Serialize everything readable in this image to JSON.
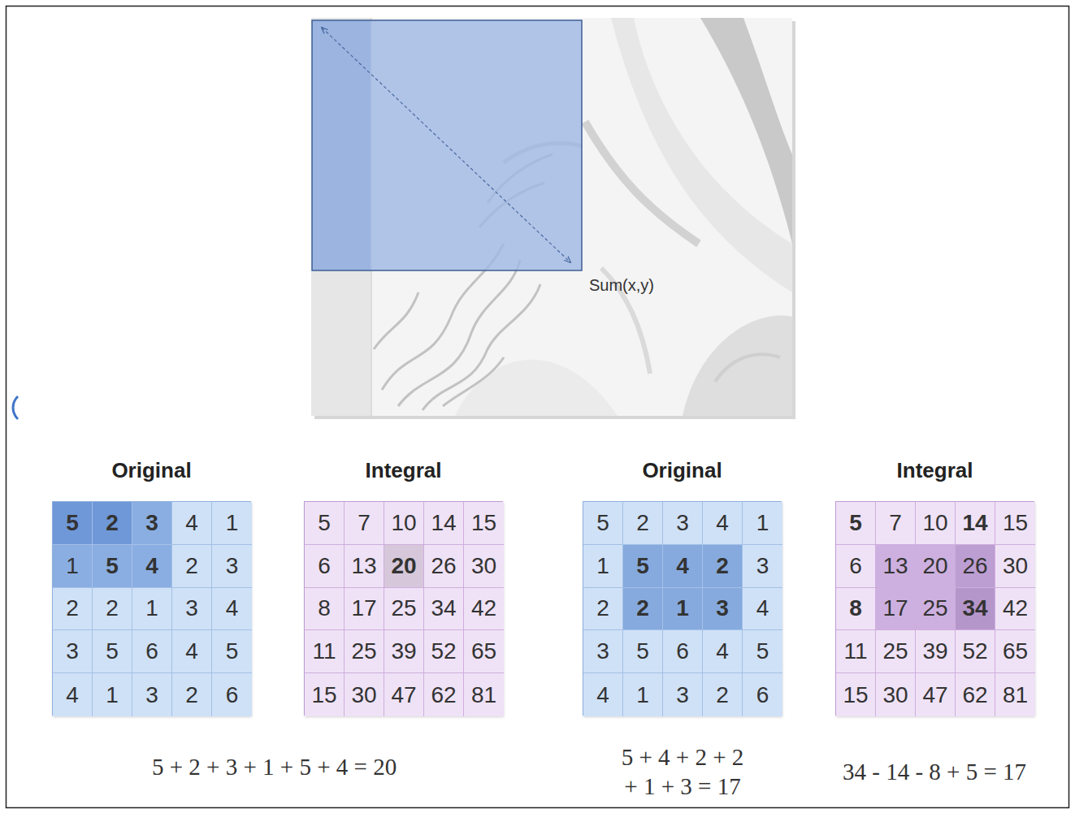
{
  "diagram": {
    "nodes": [
      {
        "text": [
          "Original"
        ]
      },
      {
        "text": [
          "Integral"
        ]
      },
      {
        "text": [
          "Original"
        ]
      },
      {
        "text": [
          "Integral"
        ]
      }
    ],
    "labels": [
      "Sum(x,y)",
      "5",
      "2",
      "3",
      "4",
      "1",
      "1",
      "5",
      "4",
      "2",
      "3",
      "2",
      "2",
      "1",
      "3",
      "4",
      "3",
      "5",
      "6",
      "4",
      "5",
      "4",
      "1",
      "3",
      "2",
      "6",
      "5",
      "7",
      "10",
      "14",
      "15",
      "6",
      "13",
      "20",
      "26",
      "30",
      "8",
      "17",
      "25",
      "34",
      "42",
      "11",
      "25",
      "39",
      "52",
      "65",
      "15",
      "30",
      "47",
      "62",
      "81",
      "5",
      "2",
      "3",
      "4",
      "1",
      "1",
      "5",
      "4",
      "2",
      "3",
      "2",
      "2",
      "1",
      "3",
      "4",
      "3",
      "5",
      "6",
      "4",
      "5",
      "4",
      "1",
      "3",
      "2",
      "6",
      "5",
      "7",
      "10",
      "14",
      "15",
      "6",
      "13",
      "20",
      "26",
      "30",
      "8",
      "17",
      "25",
      "34",
      "42",
      "11",
      "25",
      "39",
      "52",
      "65",
      "15",
      "30",
      "47",
      "62",
      "81",
      "5 + 2 + 3 + 1 + 5 + 4 = 20",
      "5 + 4 + 2 + 2 + 1 + 3 = 17",
      "34 - 14 - 8 + 5 = 17"
    ]
  }
}
